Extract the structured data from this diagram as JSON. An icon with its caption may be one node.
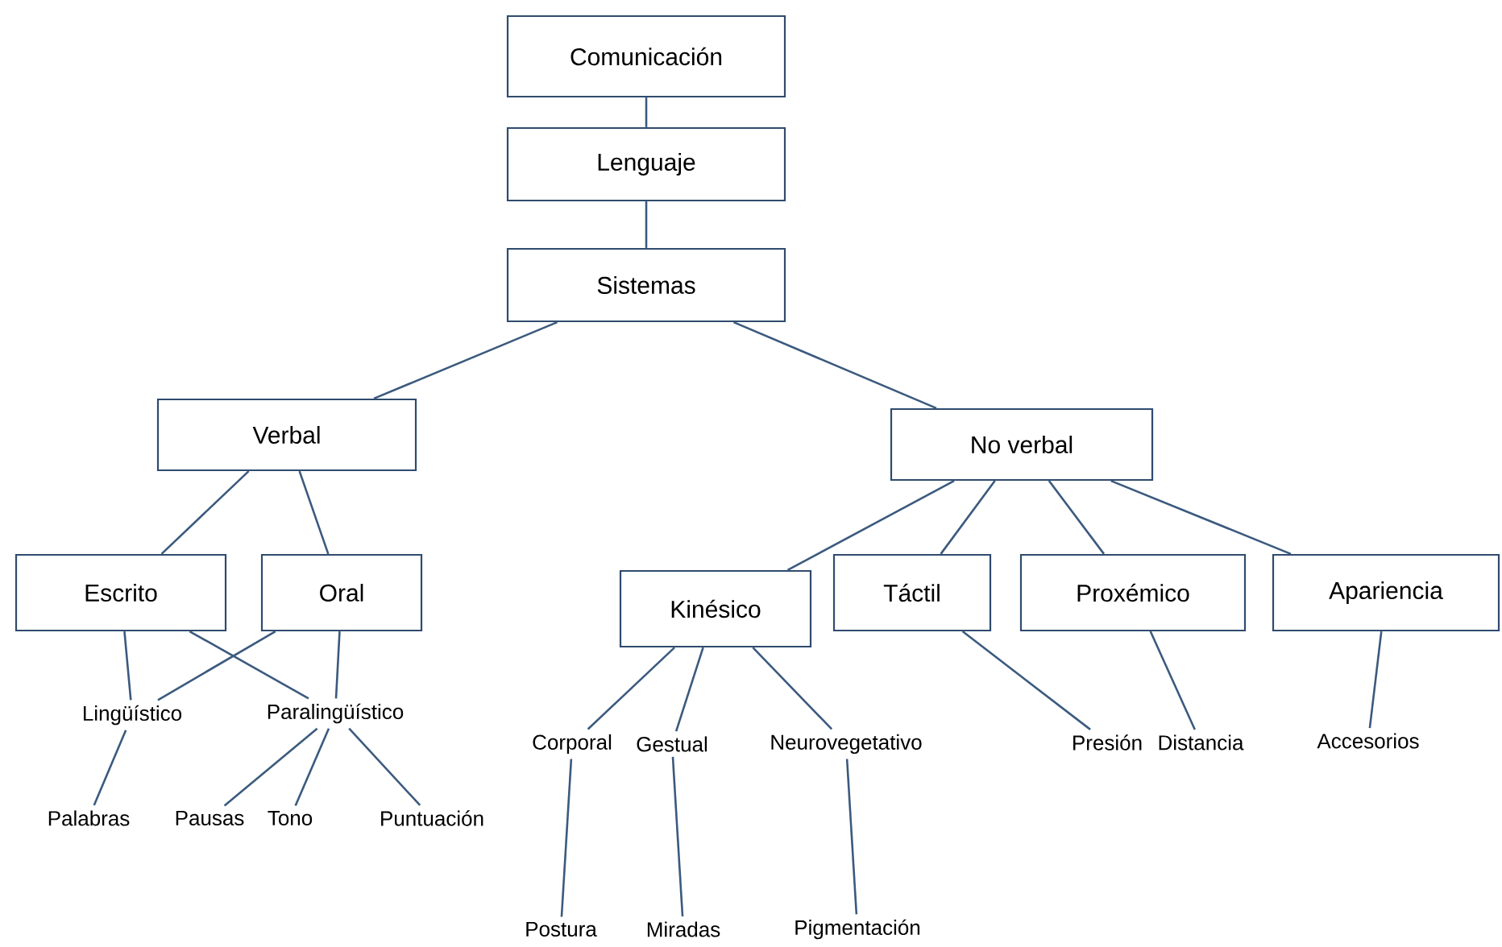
{
  "diagram": {
    "nodes": [
      {
        "text": [
          "Comunicación"
        ]
      },
      {
        "text": [
          "Lenguaje"
        ]
      },
      {
        "text": [
          "Sistemas"
        ]
      },
      {
        "text": [
          "Verbal"
        ]
      },
      {
        "text": [
          "No verbal"
        ]
      },
      {
        "text": [
          "Escrito"
        ]
      },
      {
        "text": [
          "Oral"
        ]
      },
      {
        "text": [
          "Kinésico"
        ]
      },
      {
        "text": [
          "Táctil"
        ]
      },
      {
        "text": [
          "Proxémico"
        ]
      },
      {
        "text": [
          "Apariencia"
        ]
      },
      {
        "text": [
          "Lingüístico"
        ]
      },
      {
        "text": [
          "Paralingüístico"
        ]
      },
      {
        "text": [
          "Corporal"
        ]
      },
      {
        "text": [
          "Gestual"
        ]
      },
      {
        "text": [
          "Neurovegetativo"
        ]
      },
      {
        "text": [
          "Presión"
        ]
      },
      {
        "text": [
          "Distancia"
        ]
      },
      {
        "text": [
          "Accesorios"
        ]
      },
      {
        "text": [
          "Palabras"
        ]
      },
      {
        "text": [
          "Pausas"
        ]
      },
      {
        "text": [
          "Tono"
        ]
      },
      {
        "text": [
          "Puntuación"
        ]
      },
      {
        "text": [
          "Postura"
        ]
      },
      {
        "text": [
          "Miradas"
        ]
      },
      {
        "text": [
          "Pigmentación"
        ]
      }
    ],
    "edges": [
      {
        "from": 0,
        "to": 1,
        "arrow": "none"
      },
      {
        "from": 1,
        "to": 2,
        "arrow": "none"
      },
      {
        "from": 2,
        "to": 3,
        "arrow": "none"
      },
      {
        "from": 2,
        "to": 4,
        "arrow": "none"
      },
      {
        "from": 3,
        "to": 5,
        "arrow": "none"
      },
      {
        "from": 3,
        "to": 6,
        "arrow": "none"
      },
      {
        "from": 4,
        "to": 7,
        "arrow": "none"
      },
      {
        "from": 4,
        "to": 8,
        "arrow": "none"
      },
      {
        "from": 4,
        "to": 9,
        "arrow": "none"
      },
      {
        "from": 4,
        "to": 10,
        "arrow": "none"
      },
      {
        "from": 5,
        "to": 11,
        "arrow": "none"
      },
      {
        "from": 5,
        "to": 12,
        "arrow": "none"
      },
      {
        "from": 6,
        "to": 11,
        "arrow": "none"
      },
      {
        "from": 6,
        "to": 12,
        "arrow": "none"
      },
      {
        "from": 11,
        "to": 19,
        "arrow": "none"
      },
      {
        "from": 12,
        "to": 20,
        "arrow": "none"
      },
      {
        "from": 12,
        "to": 21,
        "arrow": "none"
      },
      {
        "from": 12,
        "to": 22,
        "arrow": "none"
      },
      {
        "from": 7,
        "to": 13,
        "arrow": "none"
      },
      {
        "from": 7,
        "to": 14,
        "arrow": "none"
      },
      {
        "from": 7,
        "to": 15,
        "arrow": "none"
      },
      {
        "from": 8,
        "to": 16,
        "arrow": "none"
      },
      {
        "from": 9,
        "to": 17,
        "arrow": "none"
      },
      {
        "from": 10,
        "to": 18,
        "arrow": "none"
      },
      {
        "from": 13,
        "to": 23,
        "arrow": "none"
      },
      {
        "from": 14,
        "to": 24,
        "arrow": "none"
      },
      {
        "from": 15,
        "to": 25,
        "arrow": "none"
      }
    ]
  }
}
